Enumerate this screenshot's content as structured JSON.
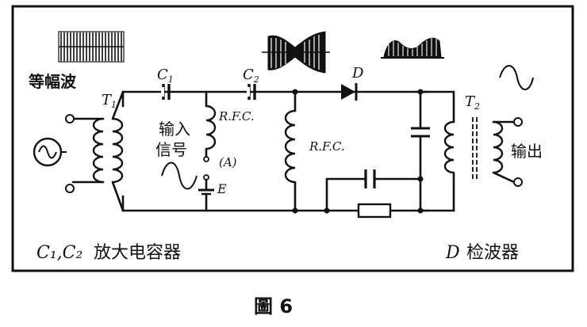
{
  "labels": {
    "tl_wave_label": "等幅波",
    "t1": "T",
    "t1_sub": "1",
    "c1": "C",
    "c1_sub": "1",
    "c2": "C",
    "c2_sub": "2",
    "d": "D",
    "t2": "T",
    "t2_sub": "2",
    "rfc1": "R.F.C.",
    "rfc2": "R.F.C.",
    "input_line1": "输入",
    "input_line2": "信号",
    "a": "(A)",
    "e": "E",
    "output": "输出",
    "legend_left_caps": "C₁,C₂",
    "legend_left_desc": "放大电容器",
    "legend_right_d": "D",
    "legend_right_desc": "检波器",
    "figure_caption": "圖 6"
  },
  "colors": {
    "ink": "#111111",
    "background": "#ffffff"
  }
}
